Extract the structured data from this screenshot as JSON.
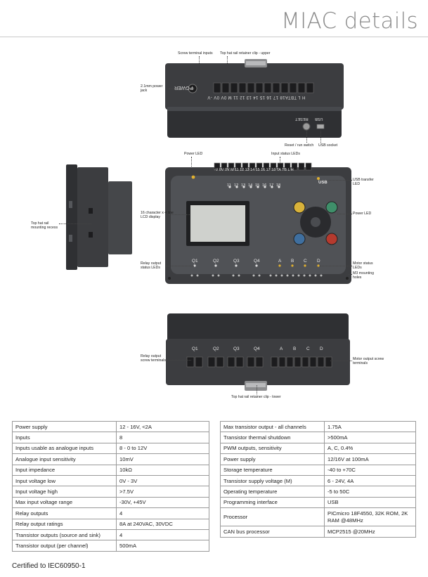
{
  "page": {
    "title": "MIAC details",
    "certification": "Certified to IEC60950-1"
  },
  "labels": {
    "screw_terminal_inputs": "Screw terminal inputs",
    "top_hat_upper": "Top hat rail retainer clip - upper",
    "power_jack": "2.1mm power jack",
    "power_text": "POWER",
    "reset_switch": "Reset / run switch",
    "usb_socket": "USB socket",
    "usb_text": "USB",
    "reset_text": "RESET",
    "power_led": "Power LED",
    "input_status_leds": "Input status LEDs",
    "usb_transfer_led": "USB transfer LED",
    "top_hat_recess": "Top hat rail mounting recess",
    "lcd_display": "16 character x 4 line LCD display",
    "power_led_right": "Power LED",
    "relay_status_leds": "Relay output status LEDs",
    "motor_status_leds": "Motor status LEDs",
    "m3_holes": "M3 mounting holes",
    "relay_screw_terminals": "Relay output screw terminals",
    "motor_screw_terminals": "Motor output screw terminals",
    "top_hat_lower": "Top hat rail retainer clip - lower",
    "top_terminal_strip": "H L TBTA18 17 16 15 14 13 12 11 M 0V 0V -V",
    "front_terminal_strip": "-V 0V 0V M 11 12 13 14 15 16 17 18 TA TB L H",
    "input_numbers": [
      "11",
      "12",
      "13",
      "14",
      "15",
      "16",
      "17",
      "18"
    ],
    "front_usb": "USB",
    "relays": [
      "Q1",
      "Q2",
      "Q3",
      "Q4"
    ],
    "motors": [
      "A",
      "B",
      "C",
      "D"
    ]
  },
  "specs_left": [
    {
      "k": "Power supply",
      "v": "12 - 16V, <2A"
    },
    {
      "k": "Inputs",
      "v": "8"
    },
    {
      "k": "Inputs usable as analogue inputs",
      "v": "8 - 0 to 12V"
    },
    {
      "k": "Analogue input sensitivity",
      "v": "10mV"
    },
    {
      "k": "Input impedance",
      "v": "10kΩ"
    },
    {
      "k": "Input voltage low",
      "v": "0V - 3V"
    },
    {
      "k": "Input voltage high",
      "v": ">7.5V"
    },
    {
      "k": "Max input voltage range",
      "v": "-30V, +45V"
    },
    {
      "k": "Relay outputs",
      "v": "4"
    },
    {
      "k": "Relay output ratings",
      "v": "8A at 240VAC, 30VDC"
    },
    {
      "k": "Transistor outputs (source and sink)",
      "v": "4"
    },
    {
      "k": "Transistor output (per channel)",
      "v": "500mA"
    }
  ],
  "specs_right": [
    {
      "k": "Max transistor output - all channels",
      "v": "1.75A"
    },
    {
      "k": "Transistor thermal shutdown",
      "v": ">500mA"
    },
    {
      "k": "PWM outputs, sensitivity",
      "v": "A, C, 0.4%"
    },
    {
      "k": "Power supply",
      "v": "12/16V at 100mA"
    },
    {
      "k": "Storage temperature",
      "v": "-40 to +70C"
    },
    {
      "k": "Transistor supply voltage (M)",
      "v": "6 - 24V, 4A"
    },
    {
      "k": "Operating temperature",
      "v": "-5 to 50C"
    },
    {
      "k": "Programming interface",
      "v": "USB"
    },
    {
      "k": "Processor",
      "v": "PICmicro 18F4550, 32K ROM, 2K RAM @48MHz"
    },
    {
      "k": "CAN bus processor",
      "v": "MCP2515 @20MHz"
    }
  ],
  "colors": {
    "case_dark": "#3c3d40",
    "case_mid": "#55575b",
    "lcd": "#cfd1cd",
    "led_yellow": "#d8b23a",
    "led_green": "#3f8f6a",
    "led_blue": "#3f6f9f",
    "led_red": "#b53a2e"
  }
}
